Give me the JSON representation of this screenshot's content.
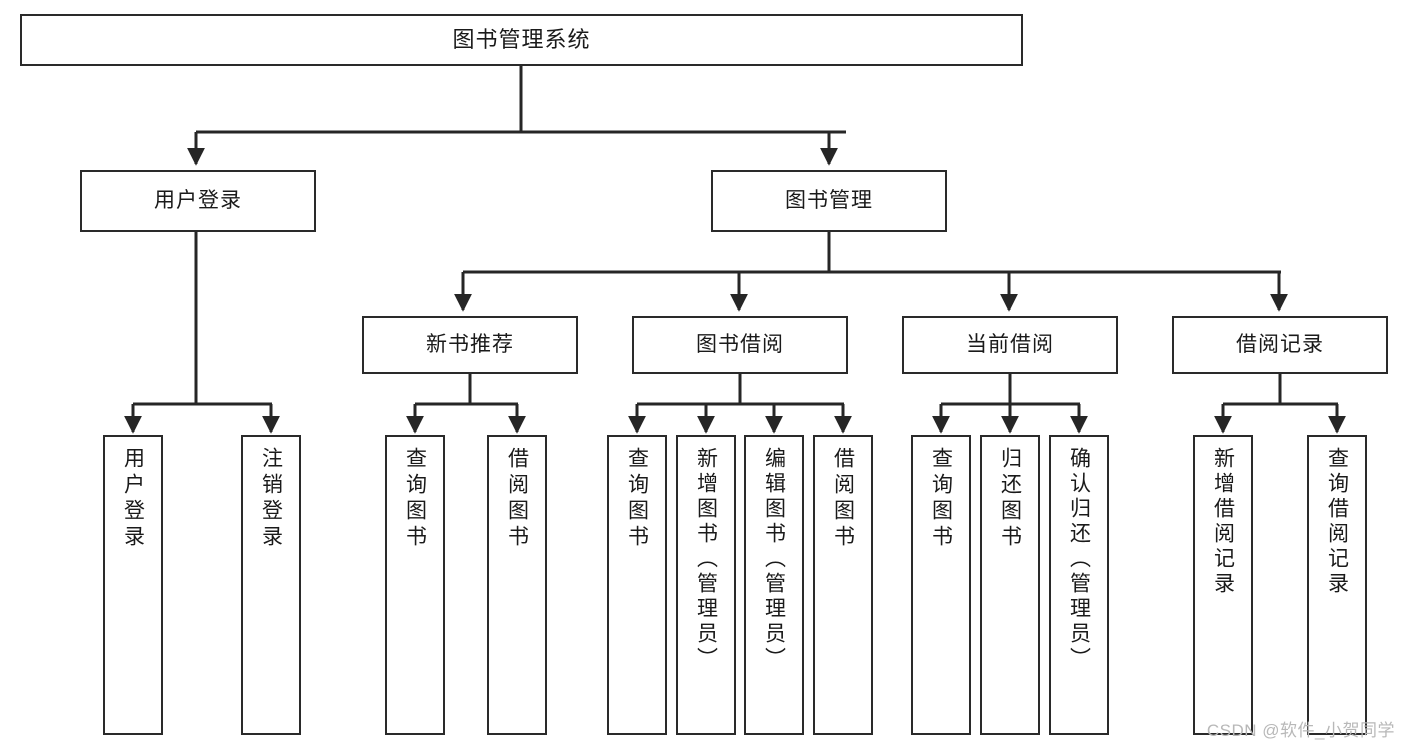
{
  "diagram": {
    "title": "图书管理系统",
    "type": "tree",
    "watermark": "CSDN @软件_小贺同学",
    "colors": {
      "box_border": "#2a2a2a",
      "box_fill": "#ffffff",
      "connector": "#262626",
      "text": "#1a1a1a",
      "watermark": "#b8b8b8"
    },
    "nodes": {
      "root": {
        "label": "图书管理系统"
      },
      "level2": [
        {
          "label": "用户登录"
        },
        {
          "label": "图书管理"
        }
      ],
      "level3": [
        {
          "label": "新书推荐"
        },
        {
          "label": "图书借阅"
        },
        {
          "label": "当前借阅"
        },
        {
          "label": "借阅记录"
        }
      ],
      "leaves": {
        "user_login": [
          {
            "label": "用户登录"
          },
          {
            "label": "注销登录"
          }
        ],
        "new_book": [
          {
            "label": "查询图书"
          },
          {
            "label": "借阅图书"
          }
        ],
        "borrow_book": [
          {
            "label": "查询图书"
          },
          {
            "label": "新增图书（管理员）"
          },
          {
            "label": "编辑图书（管理员）"
          },
          {
            "label": "借阅图书"
          }
        ],
        "current_borrow": [
          {
            "label": "查询图书"
          },
          {
            "label": "归还图书"
          },
          {
            "label": "确认归还（管理员）"
          }
        ],
        "borrow_record": [
          {
            "label": "新增借阅记录"
          },
          {
            "label": "查询借阅记录"
          }
        ]
      }
    }
  }
}
